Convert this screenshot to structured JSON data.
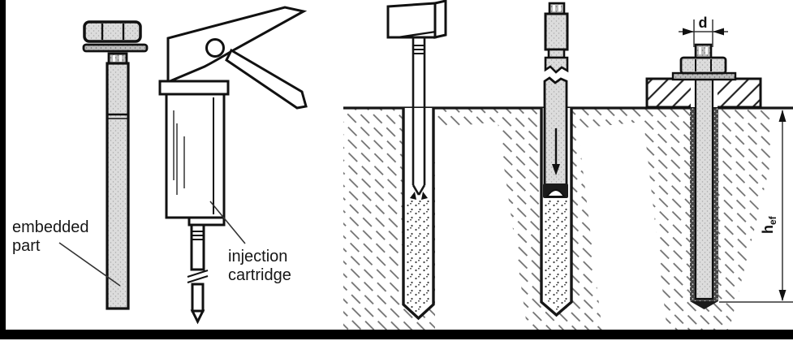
{
  "figure": {
    "labels": {
      "embedded_part_line1": "embedded",
      "embedded_part_line2": "part",
      "injection_cartridge_line1": "injection",
      "injection_cartridge_line2": "cartridge",
      "diameter_symbol": "d",
      "embedment_depth_symbol": "h",
      "embedment_depth_subscript": "ef"
    },
    "colors": {
      "background": "#ffffff",
      "line_work": "#161616",
      "concrete_hatch": "#6e6e6e",
      "plate_hatch": "#222222",
      "steel_fill": "#dcdcdc",
      "mortar_dot": "#3a3a3a",
      "frame_bar": "#000000"
    }
  }
}
